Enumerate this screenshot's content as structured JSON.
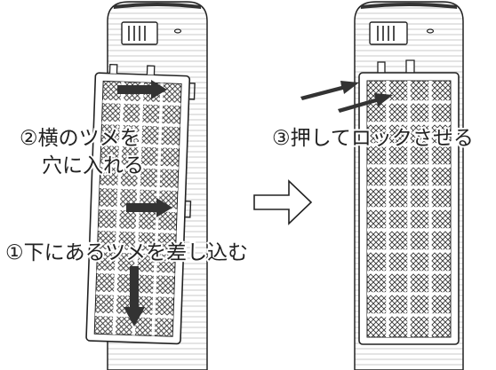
{
  "steps": {
    "step2_line1": "②横のツメを",
    "step2_line2": "穴に入れる",
    "step1": "①下にあるツメを差し込む",
    "step3": "③押してロックさせる"
  },
  "colors": {
    "outline": "#222222",
    "body_stripe": "#c8c8c8",
    "arrow": "#333333",
    "background": "#ffffff"
  },
  "icons": {
    "transition": "right-arrow-outline-icon",
    "direction": "filled-arrow-icon"
  }
}
